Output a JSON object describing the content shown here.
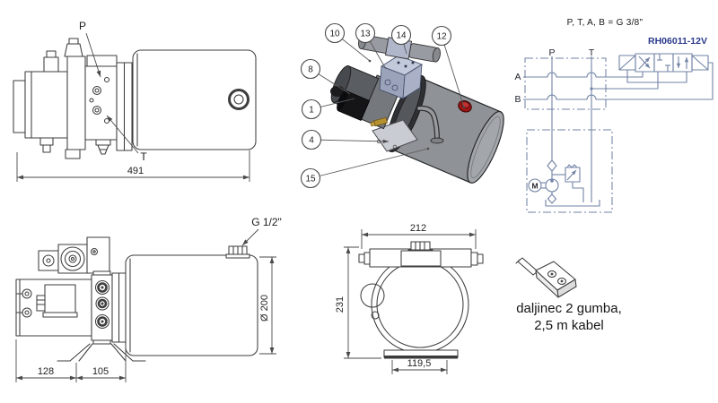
{
  "drawing": {
    "colors": {
      "ink": "#3d3d3d",
      "schematic_line": "#7283a6",
      "schematic_model_text": "#2b3a8c",
      "tank_gray": "#8f9296",
      "valve_steel_blue": "#b5bdd3",
      "cap_red": "#9c1414",
      "bracket_gray": "#c9ccd2",
      "motor_dark": "#5a5d62",
      "brass_fitting": "#b5912f"
    },
    "top_side_view": {
      "port_p": "P",
      "port_t": "T",
      "dim_total_length": "491"
    },
    "isometric_view": {
      "callouts": [
        "10",
        "13",
        "14",
        "12",
        "8",
        "1",
        "4",
        "15"
      ]
    },
    "schematic": {
      "title": "P, T, A, B = G 3/8\"",
      "valve_model": "RH06011-12V",
      "port_p": "P",
      "port_t": "T",
      "port_a": "A",
      "port_b": "B",
      "motor": "M"
    },
    "bottom_side_view": {
      "filler_port": "G 1/2\"",
      "dim_tank_diameter": "Ø 200",
      "dim_motor_section": "128",
      "dim_pump_section": "105"
    },
    "front_view": {
      "dim_width": "212",
      "dim_height": "231",
      "dim_base_width": "119,5"
    },
    "remote": {
      "caption_line1": "daljinec 2 gumba,",
      "caption_line2": "2,5 m kabel"
    }
  }
}
